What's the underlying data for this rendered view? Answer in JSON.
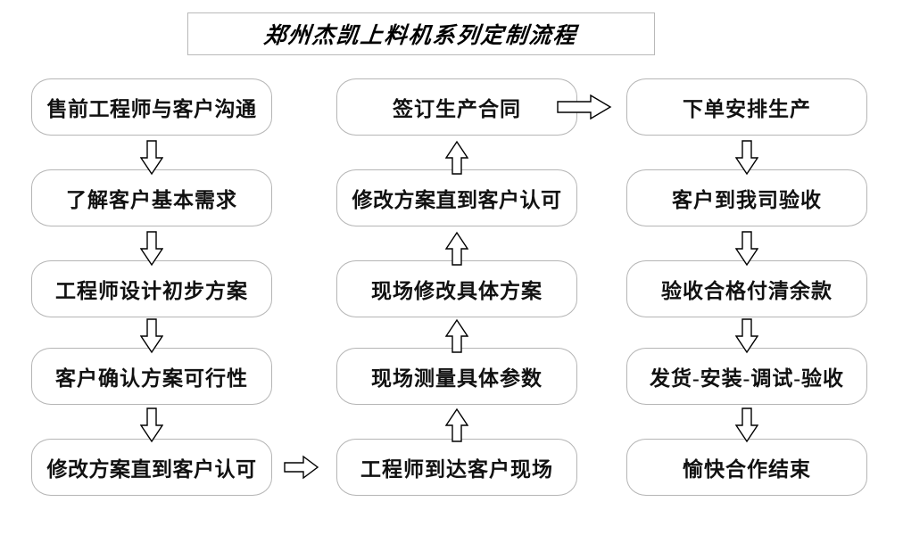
{
  "title": {
    "text": "郑州杰凯上料机系列定制流程"
  },
  "theme": {
    "background": "#ffffff",
    "box_border": "#b5b5b5",
    "box_fill": "#ffffff",
    "text_color": "#111111",
    "arrow_stroke": "#000000",
    "arrow_fill": "#ffffff",
    "title_border": "#b9b9b9"
  },
  "columns": [
    {
      "id": "column-1",
      "nodes": [
        {
          "id": "node-1-1",
          "label": "售前工程师与客户沟通"
        },
        {
          "id": "node-1-2",
          "label": "了解客户基本需求"
        },
        {
          "id": "node-1-3",
          "label": "工程师设计初步方案"
        },
        {
          "id": "node-1-4",
          "label": "客户确认方案可行性"
        },
        {
          "id": "node-1-5",
          "label": "修改方案直到客户认可"
        }
      ]
    },
    {
      "id": "column-2",
      "nodes": [
        {
          "id": "node-2-1",
          "label": "签订生产合同"
        },
        {
          "id": "node-2-2",
          "label": "修改方案直到客户认可"
        },
        {
          "id": "node-2-3",
          "label": "现场修改具体方案"
        },
        {
          "id": "node-2-4",
          "label": "现场测量具体参数"
        },
        {
          "id": "node-2-5",
          "label": "工程师到达客户现场"
        }
      ]
    },
    {
      "id": "column-3",
      "nodes": [
        {
          "id": "node-3-1",
          "label": "下单安排生产"
        },
        {
          "id": "node-3-2",
          "label": "客户到我司验收"
        },
        {
          "id": "node-3-3",
          "label": "验收合格付清余款"
        },
        {
          "id": "node-3-4",
          "label": "发货-安装-调试-验收"
        },
        {
          "id": "node-3-5",
          "label": "愉快合作结束"
        }
      ]
    }
  ],
  "arrows": [
    {
      "id": "arrow-c1-1to2",
      "direction": "down"
    },
    {
      "id": "arrow-c1-2to3",
      "direction": "down"
    },
    {
      "id": "arrow-c1-3to4",
      "direction": "down"
    },
    {
      "id": "arrow-c1-4to5",
      "direction": "down"
    },
    {
      "id": "arrow-c1-5-to-c2-5",
      "direction": "right"
    },
    {
      "id": "arrow-c2-5to4",
      "direction": "up"
    },
    {
      "id": "arrow-c2-4to3",
      "direction": "up"
    },
    {
      "id": "arrow-c2-3to2",
      "direction": "up"
    },
    {
      "id": "arrow-c2-2to1",
      "direction": "up"
    },
    {
      "id": "arrow-c2-1-to-c3-1",
      "direction": "right"
    },
    {
      "id": "arrow-c3-1to2",
      "direction": "down"
    },
    {
      "id": "arrow-c3-2to3",
      "direction": "down"
    },
    {
      "id": "arrow-c3-3to4",
      "direction": "down"
    },
    {
      "id": "arrow-c3-4to5",
      "direction": "down"
    }
  ]
}
